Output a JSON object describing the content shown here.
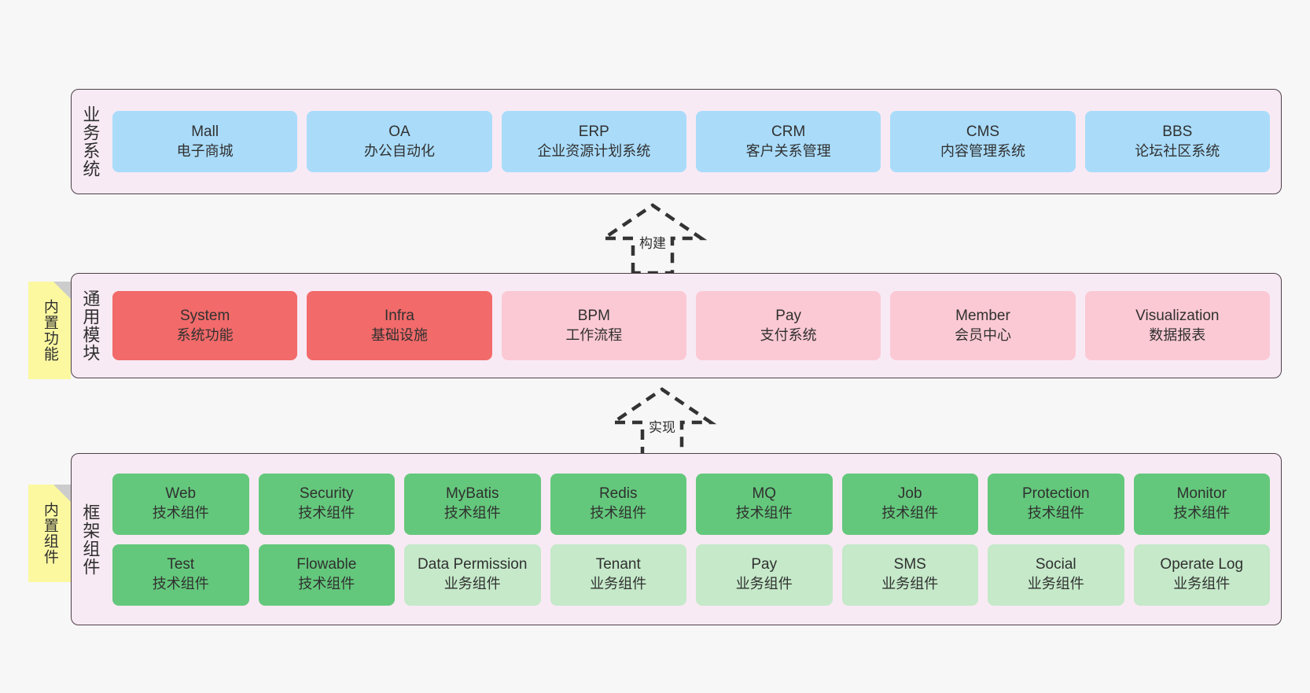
{
  "layers": [
    {
      "title": "业务系统",
      "cards": [
        {
          "en": "Mall",
          "cn": "电子商城"
        },
        {
          "en": "OA",
          "cn": "办公自动化"
        },
        {
          "en": "ERP",
          "cn": "企业资源计划系统"
        },
        {
          "en": "CRM",
          "cn": "客户关系管理"
        },
        {
          "en": "CMS",
          "cn": "内容管理系统"
        },
        {
          "en": "BBS",
          "cn": "论坛社区系统"
        }
      ]
    },
    {
      "title": "通用模块",
      "note": "内置功能",
      "cards": [
        {
          "en": "System",
          "cn": "系统功能"
        },
        {
          "en": "Infra",
          "cn": "基础设施"
        },
        {
          "en": "BPM",
          "cn": "工作流程"
        },
        {
          "en": "Pay",
          "cn": "支付系统"
        },
        {
          "en": "Member",
          "cn": "会员中心"
        },
        {
          "en": "Visualization",
          "cn": "数据报表"
        }
      ]
    },
    {
      "title": "框架组件",
      "note": "内置组件",
      "row1": [
        {
          "en": "Web",
          "cn": "技术组件"
        },
        {
          "en": "Security",
          "cn": "技术组件"
        },
        {
          "en": "MyBatis",
          "cn": "技术组件"
        },
        {
          "en": "Redis",
          "cn": "技术组件"
        },
        {
          "en": "MQ",
          "cn": "技术组件"
        },
        {
          "en": "Job",
          "cn": "技术组件"
        },
        {
          "en": "Protection",
          "cn": "技术组件"
        },
        {
          "en": "Monitor",
          "cn": "技术组件"
        }
      ],
      "row2": [
        {
          "en": "Test",
          "cn": "技术组件"
        },
        {
          "en": "Flowable",
          "cn": "技术组件"
        },
        {
          "en": "Data Permission",
          "cn": "业务组件"
        },
        {
          "en": "Tenant",
          "cn": "业务组件"
        },
        {
          "en": "Pay",
          "cn": "业务组件"
        },
        {
          "en": "SMS",
          "cn": "业务组件"
        },
        {
          "en": "Social",
          "cn": "业务组件"
        },
        {
          "en": "Operate Log",
          "cn": "业务组件"
        }
      ]
    }
  ],
  "connectors": [
    {
      "label": "构建"
    },
    {
      "label": "实现"
    }
  ],
  "colors": {
    "panel_bg": "#f8eaf4",
    "panel_border": "#4d4048",
    "business_card": "#aadcfa",
    "module_strong": "#f26a6a",
    "module_soft": "#fbc9d4",
    "tech_card": "#64c87c",
    "biz_component_card": "#c5e9c9",
    "note_bg": "#fbf8a0",
    "note_fold": "#cccccc",
    "canvas_bg": "#f7f7f7"
  }
}
